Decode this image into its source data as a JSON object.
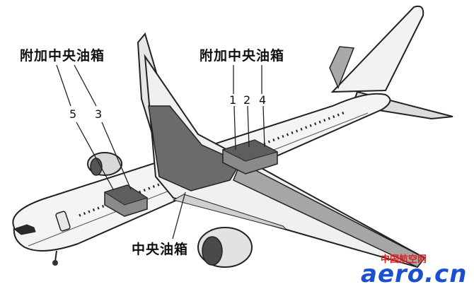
{
  "labels": {
    "aux_left_title": "附加中央油箱",
    "aux_right_title": "附加中央油箱",
    "center_tank_title": "中央油箱",
    "num_5": "5",
    "num_3": "3",
    "num_1": "1",
    "num_2": "2",
    "num_4": "4"
  },
  "watermark": {
    "cn_text": "中国航空网",
    "en_text": "aero.cn",
    "cn_color": "#e02020",
    "en_color": "#1a4fd0"
  },
  "colors": {
    "outline": "#222222",
    "fuselage": "#f4f4f4",
    "wing_top": "#bdbdbd",
    "tank_dark": "#6b6b6b",
    "tank_mid": "#8a8a8a",
    "tank_light": "#cfcfcf"
  }
}
